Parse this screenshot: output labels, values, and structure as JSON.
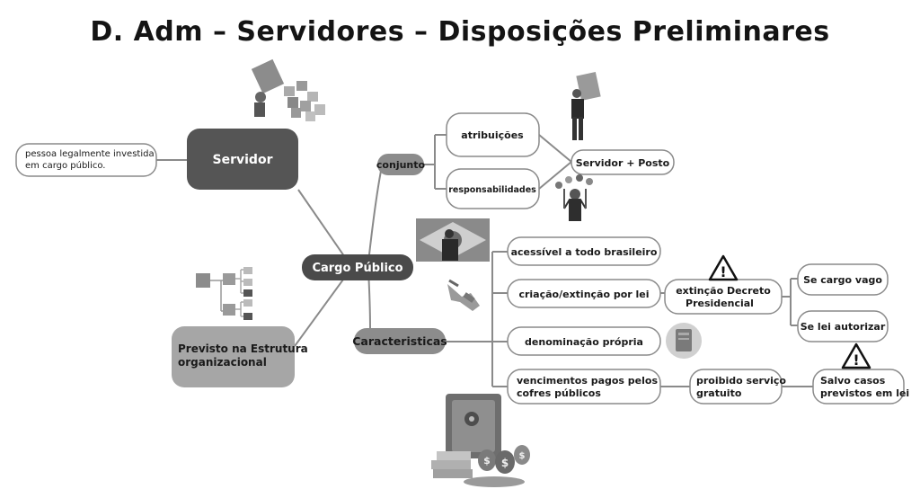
{
  "title": "D. Adm – Servidores – Disposições Preliminares",
  "nodes": {
    "servidor": "Servidor",
    "servidor_def_line1": "pessoa legalmente investida",
    "servidor_def_line2": "em cargo público.",
    "cargo_publico": "Cargo Público",
    "conjunto": "conjunto",
    "atribuicoes": "atribuições",
    "responsabilidades": "responsabilidades",
    "servidor_posto": "Servidor + Posto",
    "previsto_line1": "Previsto na Estrutura",
    "previsto_line2": "organizacional",
    "caracteristicas": "Caracteristicas",
    "acessivel": "acessível a todo brasileiro",
    "criacao": "criação/extinção por lei",
    "extincao_line1": "extinção Decreto",
    "extincao_line2": "Presidencial",
    "se_cargo_vago": "Se cargo vago",
    "se_lei_autorizar": "Se lei autorizar",
    "denominacao": "denominação própria",
    "vencimentos_line1": "vencimentos pagos pelos",
    "vencimentos_line2": "cofres públicos",
    "proibido_line1": "proibido serviço",
    "proibido_line2": "gratuito",
    "salvo_line1": "Salvo casos",
    "salvo_line2": "previstos em lei"
  },
  "warning_symbol": "!",
  "colors": {
    "dark_node": "#555555",
    "mid_node": "#8c8c8c",
    "light_node": "#a6a6a6",
    "outline": "#8a8a8a",
    "text": "#1a1a1a"
  },
  "icons": [
    "people-boxes-icon",
    "org-chart-icon",
    "man-carrying-box-icon",
    "juggler-icon",
    "brazil-flag-icon",
    "handshake-icon",
    "document-icon",
    "safe-money-icon",
    "warning-icon"
  ]
}
